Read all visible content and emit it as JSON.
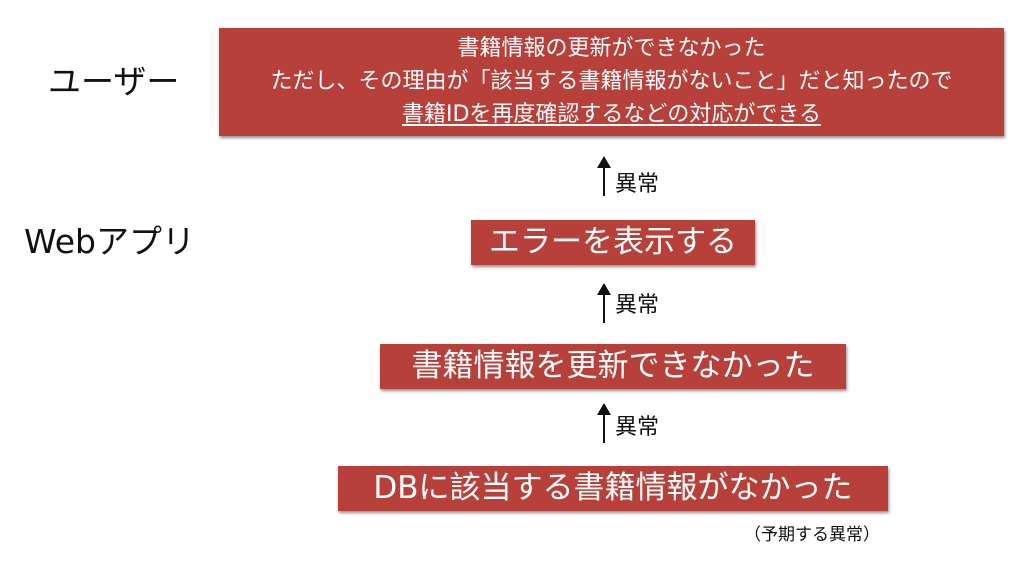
{
  "actors": {
    "user": "ユーザー",
    "webapp": "Webアプリ"
  },
  "boxes": {
    "user": {
      "line1": "書籍情報の更新ができなかった",
      "line2": "ただし、その理由が「該当する書籍情報がないこと」だと知ったので",
      "line3": "書籍IDを再度確認するなどの対応ができる"
    },
    "show_error": "エラーを表示する",
    "update_failed": "書籍情報を更新できなかった",
    "db_not_found": "DBに該当する書籍情報がなかった"
  },
  "arrows": {
    "label1": "異常",
    "label2": "異常",
    "label3": "異常"
  },
  "note": "（予期する異常）",
  "colors": {
    "box_fill": "#b7413a",
    "box_text": "#ffffff",
    "text": "#111111"
  }
}
